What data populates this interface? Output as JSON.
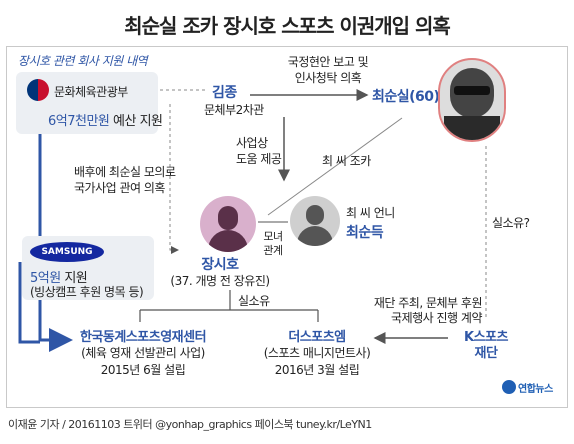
{
  "title": "최순실 조카 장시호 스포츠 이권개입 의혹",
  "support_header": "장시호 관련 회사 지원 내역",
  "ministry": {
    "name": "문화체육관광부",
    "amount": "6억7천만원",
    "note": "예산 지원"
  },
  "samsung": {
    "logo": "SAMSUNG",
    "amount": "5억원",
    "note": "지원",
    "detail": "(빙상캠프 후원 명목 등)"
  },
  "kimjong": {
    "name": "김종",
    "title": "문체부2차관"
  },
  "report_label": [
    "국정현안 보고 및",
    "인사청탁 의혹"
  ],
  "choi": {
    "name": "최순실(60)"
  },
  "business_help": [
    "사업상",
    "도움 제공"
  ],
  "background_label": [
    "배후에 최순실 모의로",
    "국가사업 관여 의혹"
  ],
  "niece_label": "최 씨 조카",
  "mother_daughter": [
    "모녀",
    "관계"
  ],
  "sister": {
    "prefix": "최 씨 언니",
    "name": "최순득"
  },
  "ownership_q": "실소유?",
  "janghsiho": {
    "name": "장시호",
    "desc": "(37. 개명 전 장유진)"
  },
  "owner_label": "실소유",
  "kfoundation": {
    "line1": "K스포츠",
    "line2": "재단"
  },
  "k_note": [
    "재단 주최, 문체부 후원",
    "국제행사 진행 계약"
  ],
  "center": {
    "name": "한국동계스포츠영재센터",
    "desc": "(체육 영재 선발관리 사업)",
    "date": "2015년 6월 설립"
  },
  "thesports": {
    "name": "더스포츠엠",
    "desc": "(스포츠 매니지먼트사)",
    "date": "2016년 3월 설립"
  },
  "logo_text": "연합뉴스",
  "credit": "이재윤 기자 / 20161103  트위터 @yonhap_graphics  페이스북 tuney.kr/LeYN1",
  "colors": {
    "accent_blue": "#2f56a6",
    "line_gray": "#555555",
    "dashed_gray": "#888888",
    "choi_border": "#e08080",
    "box_bg": "#eceff3"
  }
}
